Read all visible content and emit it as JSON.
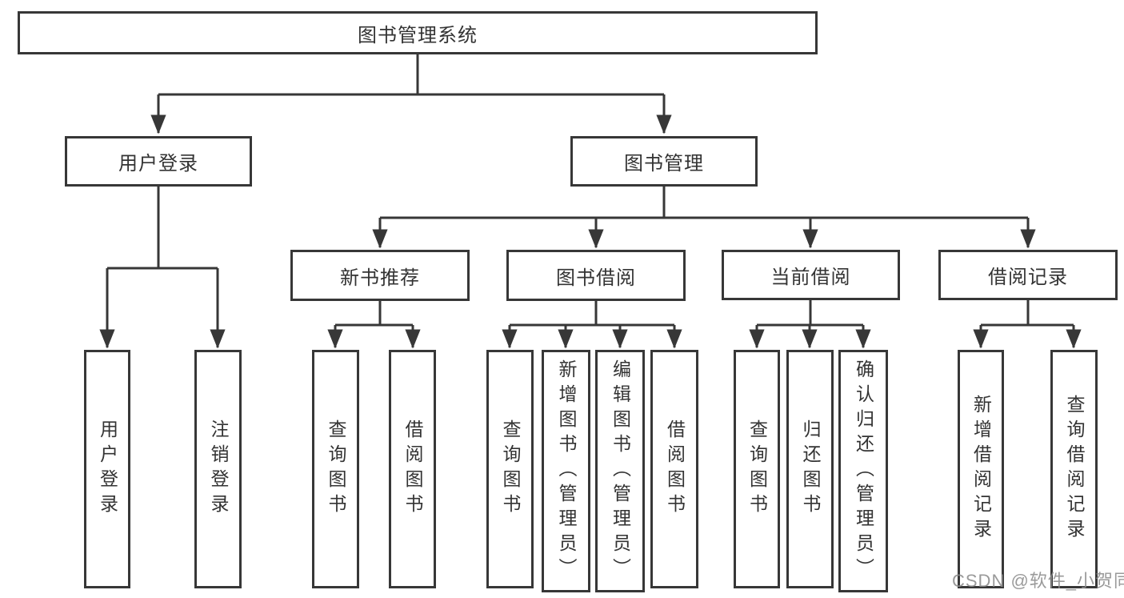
{
  "diagram": {
    "root": "图书管理系统",
    "branches": {
      "user_login": "用户登录",
      "book_management": "图书管理"
    },
    "modules": [
      "新书推荐",
      "图书借阅",
      "当前借阅",
      "借阅记录"
    ],
    "leaves": {
      "user_login": [
        "用户登录",
        "注销登录"
      ],
      "new_book": [
        "查询图书",
        "借阅图书"
      ],
      "book_borrow": [
        "查询图书",
        "新增图书（管理员）",
        "编辑图书（管理员）",
        "借阅图书"
      ],
      "current_borrow": [
        "查询图书",
        "归还图书",
        "确认归还（管理员）"
      ],
      "borrow_record": [
        "新增借阅记录",
        "查询借阅记录"
      ]
    }
  },
  "watermark": "CSDN @软件_小贺同学",
  "colors": {
    "line": "#373737",
    "box_border": "#373737",
    "text": "#333333",
    "watermark": "#8c8c8c",
    "background": "#ffffff"
  }
}
